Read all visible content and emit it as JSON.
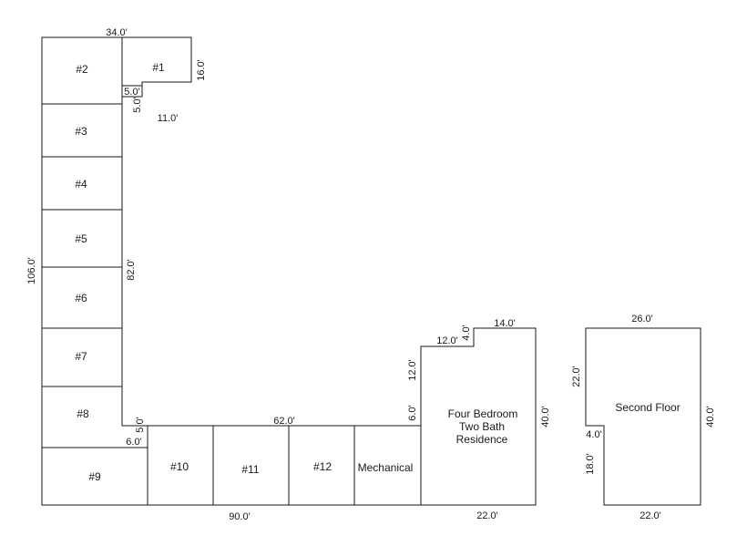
{
  "units": [
    {
      "id": "unit-1",
      "label": "#1"
    },
    {
      "id": "unit-2",
      "label": "#2"
    },
    {
      "id": "unit-3",
      "label": "#3"
    },
    {
      "id": "unit-4",
      "label": "#4"
    },
    {
      "id": "unit-5",
      "label": "#5"
    },
    {
      "id": "unit-6",
      "label": "#6"
    },
    {
      "id": "unit-7",
      "label": "#7"
    },
    {
      "id": "unit-8",
      "label": "#8"
    },
    {
      "id": "unit-9",
      "label": "#9"
    },
    {
      "id": "unit-10",
      "label": "#10"
    },
    {
      "id": "unit-11",
      "label": "#11"
    },
    {
      "id": "unit-12",
      "label": "#12"
    },
    {
      "id": "mechanical",
      "label": "Mechanical"
    }
  ],
  "residence": {
    "lines": [
      "Four Bedroom",
      "Two Bath",
      "Residence"
    ]
  },
  "second_floor": {
    "label": "Second Floor"
  },
  "dimensions": {
    "top_width": "34.0'",
    "unit1_height": "16.0'",
    "notch_width": "5.0'",
    "notch_height": "5.0'",
    "unit1_bottom": "11.0'",
    "overall_height": "106.0'",
    "wing_height": "82.0'",
    "step_height": "5.0'",
    "step_width": "6.0'",
    "lower_run": "62.0'",
    "overall_width": "90.0'",
    "res_step_height": "6.0'",
    "res_wall_height": "12.0'",
    "res_step_width": "12.0'",
    "res_notch_height": "4.0'",
    "res_top_width": "14.0'",
    "res_right_height": "40.0'",
    "res_bottom_width": "22.0'",
    "sf_top_width": "26.0'",
    "sf_left_height": "22.0'",
    "sf_notch_width": "4.0'",
    "sf_lower_height": "18.0'",
    "sf_right_height": "40.0'",
    "sf_bottom_width": "22.0'"
  }
}
